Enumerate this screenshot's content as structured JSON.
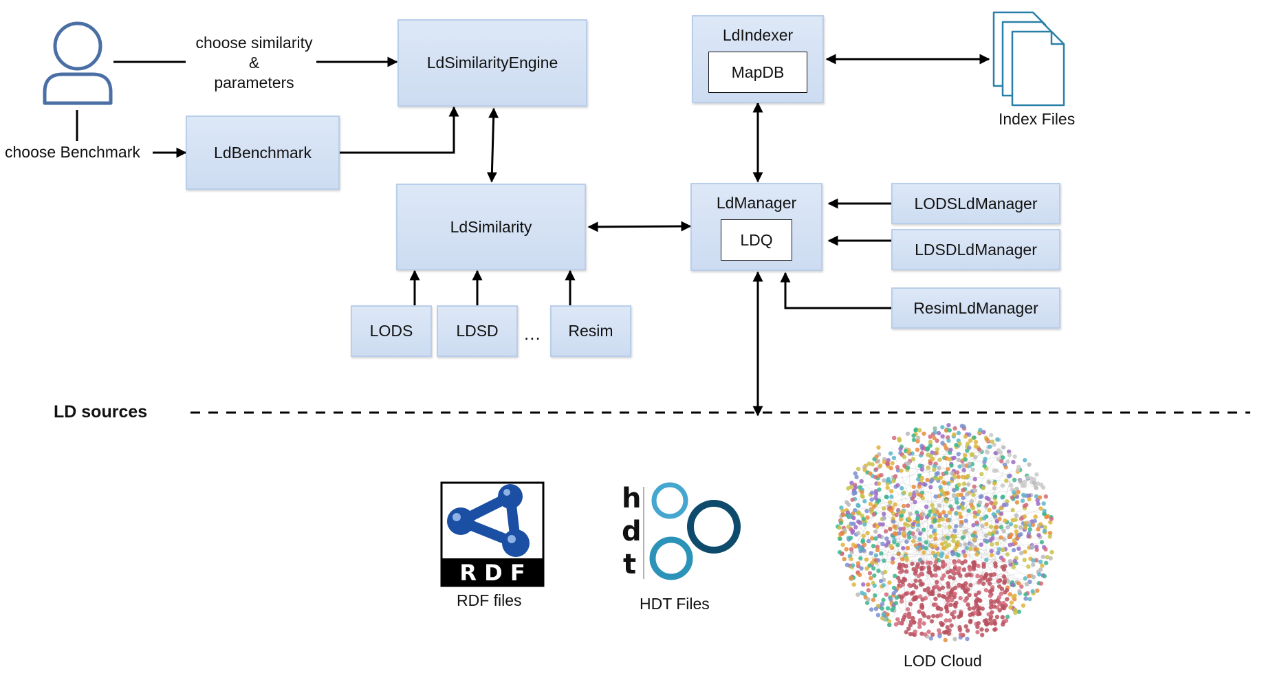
{
  "labels": {
    "choose_similarity": "choose similarity\n&\nparameters",
    "choose_benchmark": "choose Benchmark",
    "ld_sources": "LD sources",
    "ellipsis": "...",
    "index_files": "Index Files",
    "rdf_files": "RDF files",
    "hdt_files": "HDT Files",
    "lod_cloud": "LOD Cloud"
  },
  "boxes": {
    "engine": "LdSimilarityEngine",
    "benchmark": "LdBenchmark",
    "similarity": "LdSimilarity",
    "indexer": "LdIndexer",
    "mapdb": "MapDB",
    "manager": "LdManager",
    "ldq": "LDQ",
    "lods": "LODS",
    "ldsd": "LDSD",
    "resim": "Resim",
    "lods_manager": "LODSLdManager",
    "ldsd_manager": "LDSDLdManager",
    "resim_manager": "ResimLdManager"
  },
  "logos": {
    "rdf_text": "R D F",
    "hdt_letters": [
      "h",
      "d",
      "t"
    ]
  },
  "colors": {
    "box_fill": "#d3e1f4",
    "box_border": "#b9ceea",
    "person_stroke": "#4a6fa5",
    "rdf_blue": "#1a4fa3",
    "hdt_light": "#45a6cf",
    "hdt_dark": "#0e4a6b",
    "file_stroke": "#2a7fa8"
  }
}
